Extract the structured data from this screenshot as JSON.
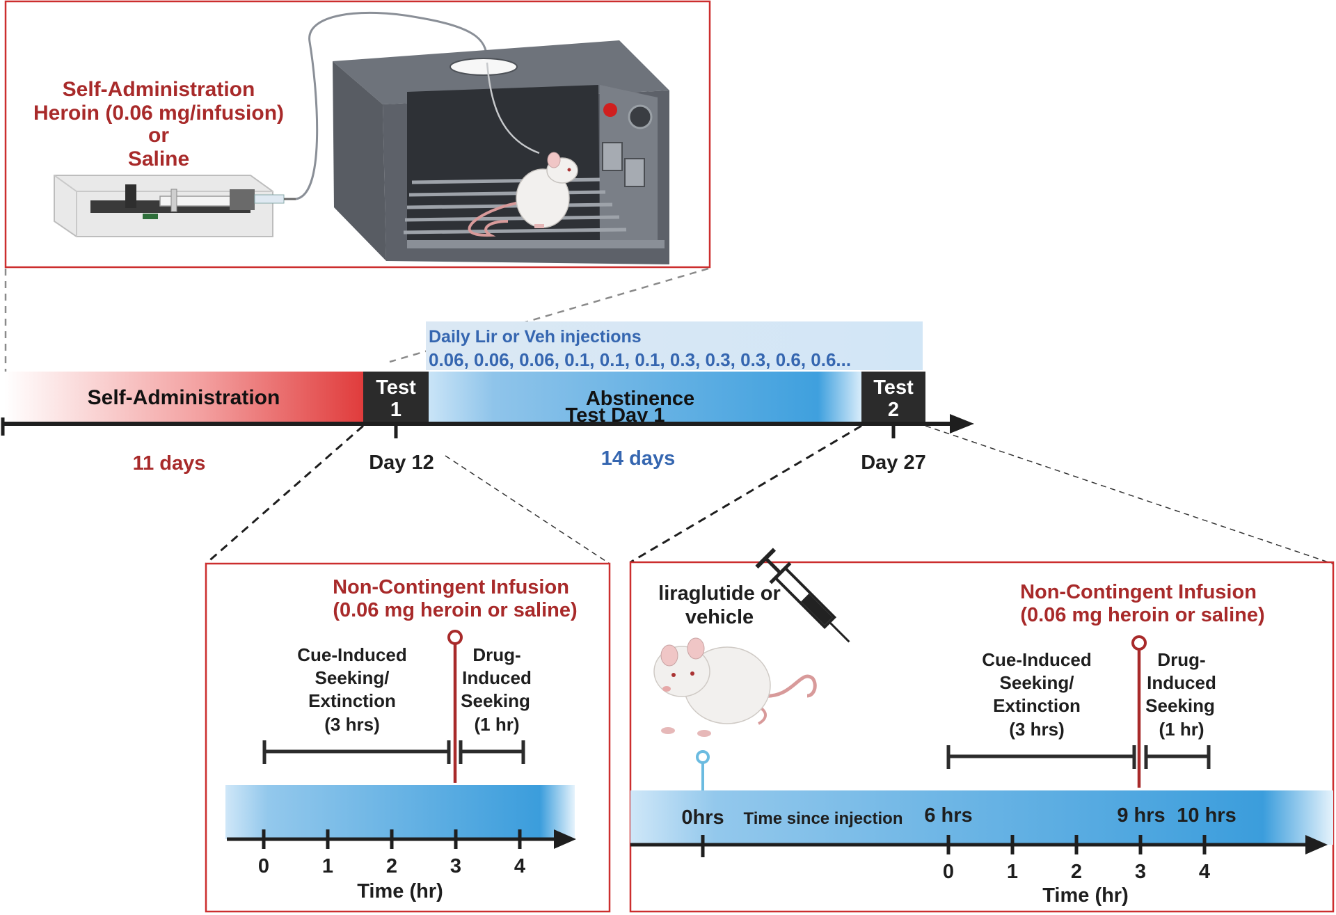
{
  "top_panel": {
    "title_lines": [
      "Self-Administration",
      "Heroin (0.06 mg/infusion)",
      "or",
      "Saline"
    ]
  },
  "timeline": {
    "injections_label": "Daily Lir or Veh injections",
    "doses": "0.06, 0.06, 0.06, 0.1, 0.1, 0.1, 0.3, 0.3, 0.3, 0.6, 0.6...",
    "self_admin_label": "Self-Administration",
    "test1_lines": [
      "Test",
      "1"
    ],
    "abstinence_label": "Abstinence",
    "overlap_label": "Test Day 1",
    "test2_lines": [
      "Test",
      "2"
    ],
    "duration_self_admin": "11 days",
    "day12": "Day 12",
    "duration_abstinence": "14 days",
    "day27": "Day 27"
  },
  "panel1": {
    "infusion_title": [
      "Non-Contingent Infusion",
      "(0.06 mg heroin or saline)"
    ],
    "cue_label": [
      "Cue-Induced",
      "Seeking/",
      "Extinction",
      "(3 hrs)"
    ],
    "drug_label": [
      "Drug-",
      "Induced",
      "Seeking",
      "(1 hr)"
    ],
    "ticks": [
      "0",
      "1",
      "2",
      "3",
      "4"
    ],
    "axis_label": "Time (hr)"
  },
  "panel2": {
    "injection_label": [
      "liraglutide or",
      "vehicle"
    ],
    "infusion_title": [
      "Non-Contingent Infusion",
      "(0.06 mg heroin or saline)"
    ],
    "cue_label": [
      "Cue-Induced",
      "Seeking/",
      "Extinction",
      "(3 hrs)"
    ],
    "drug_label": [
      "Drug-",
      "Induced",
      "Seeking",
      "(1 hr)"
    ],
    "hours_zero": "0hrs",
    "since_injection": "Time since injection",
    "hours_6": "6 hrs",
    "hours_9": "9 hrs",
    "hours_10": "10 hrs",
    "ticks": [
      "0",
      "1",
      "2",
      "3",
      "4"
    ],
    "axis_label": "Time (hr)"
  },
  "colors": {
    "red": "#a82a2a",
    "blue": "#3566b0",
    "dark": "#1e1e1e",
    "box_border": "#cc2e2e"
  },
  "icons": [
    "syringe-pump-icon",
    "operant-chamber-icon",
    "rat-icon",
    "syringe-icon"
  ]
}
